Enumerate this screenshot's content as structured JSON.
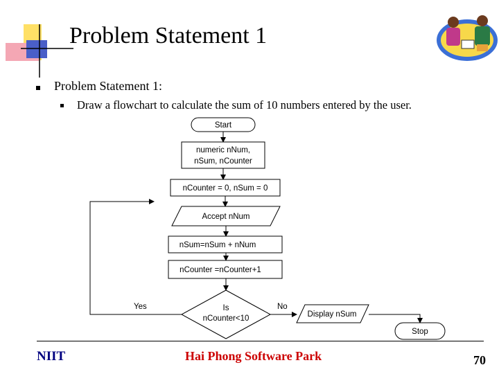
{
  "slide": {
    "title": "Problem Statement 1",
    "bullet_level1": "Problem Statement 1:",
    "bullet_level2": "Draw a flowchart to calculate the sum of 10 numbers entered by the user."
  },
  "flowchart": {
    "start": "Start",
    "declare_line1": "numeric nNum,",
    "declare_line2": "nSum, nCounter",
    "init": "nCounter = 0, nSum = 0",
    "input": "Accept nNum",
    "add": "nSum=nSum + nNum",
    "increment": "nCounter =nCounter+1",
    "decision_line1": "Is",
    "decision_line2": "nCounter<10",
    "yes_label": "Yes",
    "no_label": "No",
    "display": "Display nSum",
    "stop": "Stop"
  },
  "footer": {
    "org": "NIIT",
    "park": "Hai Phong Software Park",
    "page": "70"
  },
  "colors": {
    "title_decor_yellow": "#ffe066",
    "title_decor_pink": "#f4a7b4",
    "title_decor_blue": "#4a5fc8",
    "footer_org_navy": "#000080",
    "footer_park_red": "#cc0000"
  },
  "icons": {
    "title_decoration": "corner-squares-decoration",
    "clipart": "meeting-people-clipart"
  }
}
